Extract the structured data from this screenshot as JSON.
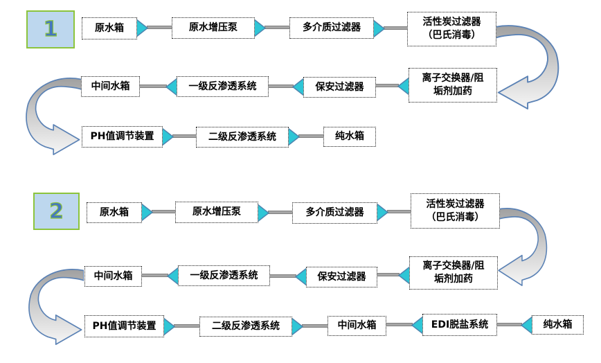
{
  "colors": {
    "node_fill": "#FFFFFF",
    "node_border": "#1A1A1A",
    "arrowhead_fill": "#2EC6D6",
    "arrowhead_stroke": "#4E86B0",
    "connector_fill": "#A6A6A6",
    "connector_stroke": "#7F7F7F",
    "badge_fill": "#BDD7EE",
    "badge_border": "#8CC43C",
    "badge_text": "#4577C0",
    "curve_stroke": "#5B82B5",
    "curve_top": "#A0A0A0",
    "curve_bottom": "#F6F6F6"
  },
  "flows": [
    {
      "badge": "1",
      "rows": [
        {
          "nodes": [
            {
              "label": "原水箱"
            },
            {
              "label": "原水增压泵"
            },
            {
              "label": "多介质过滤器"
            },
            {
              "label": "活性炭过滤器\n（巴氏消毒）"
            }
          ],
          "connectors": [
            "right",
            "right",
            "right"
          ]
        },
        {
          "nodes": [
            {
              "label": "中间水箱"
            },
            {
              "label": "一级反渗透系统"
            },
            {
              "label": "保安过滤器"
            },
            {
              "label": "离子交换器/阻\n垢剂加药"
            }
          ],
          "connectors": [
            "left",
            "left",
            "left"
          ]
        },
        {
          "nodes": [
            {
              "label": "PH值调节装置"
            },
            {
              "label": "二级反渗透系统"
            },
            {
              "label": "纯水箱"
            }
          ],
          "connectors": [
            "right",
            "right"
          ]
        }
      ]
    },
    {
      "badge": "2",
      "rows": [
        {
          "nodes": [
            {
              "label": "原水箱"
            },
            {
              "label": "原水增压泵"
            },
            {
              "label": "多介质过滤器"
            },
            {
              "label": "活性炭过滤器\n（巴氏消毒）"
            }
          ],
          "connectors": [
            "right",
            "right",
            "right"
          ]
        },
        {
          "nodes": [
            {
              "label": "中间水箱"
            },
            {
              "label": "一级反渗透系统"
            },
            {
              "label": "保安过滤器"
            },
            {
              "label": "离子交换器/阻\n垢剂加药"
            }
          ],
          "connectors": [
            "left",
            "left",
            "left"
          ]
        },
        {
          "nodes": [
            {
              "label": "PH值调节装置"
            },
            {
              "label": "二级反渗透系统"
            },
            {
              "label": "中间水箱"
            },
            {
              "label": "EDI脱盐系统"
            },
            {
              "label": "纯水箱"
            }
          ],
          "connectors": [
            "right",
            "right",
            "left",
            "left"
          ]
        }
      ]
    }
  ]
}
